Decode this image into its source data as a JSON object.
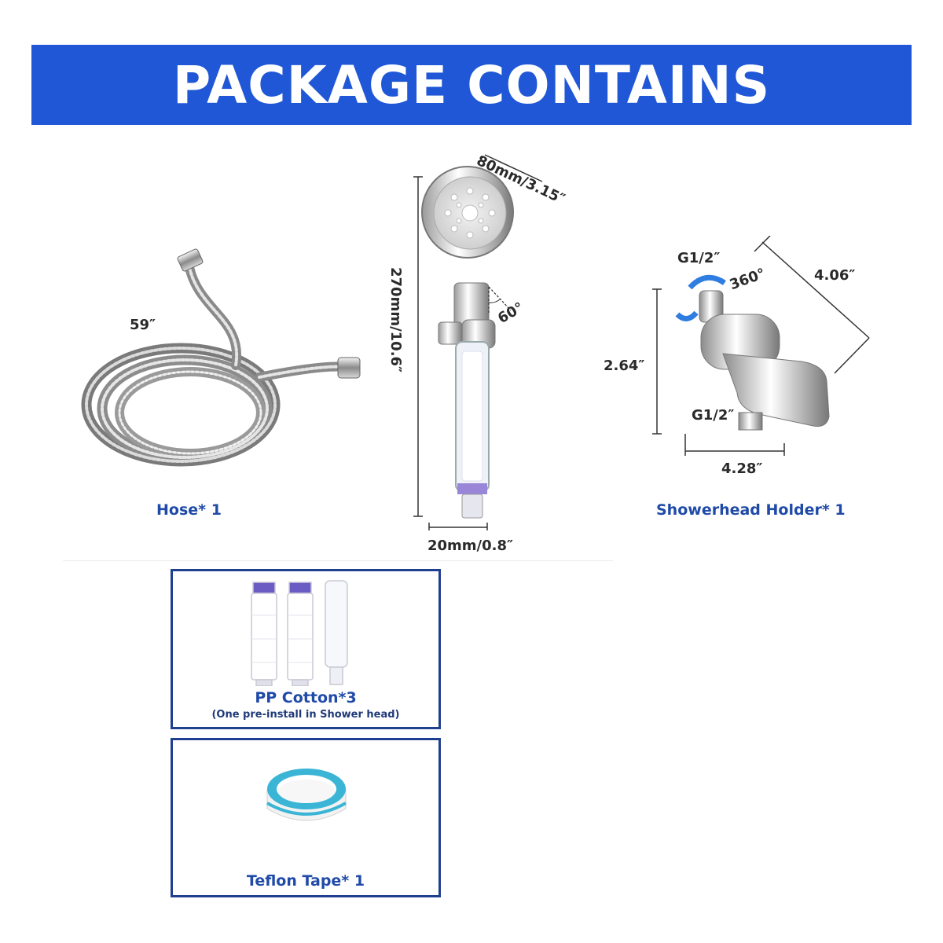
{
  "banner": {
    "title": "PACKAGE CONTAINS",
    "color": "#1f57d6"
  },
  "hose": {
    "label": "Hose* 1",
    "length": "59″"
  },
  "shower_head": {
    "width": "80mm/3.15″",
    "height": "270mm/10.6″",
    "angle": "60°",
    "connector": "20mm/0.8″"
  },
  "holder": {
    "label": "Showerhead Holder* 1",
    "thread_top": "G1/2″",
    "rotation": "360°",
    "depth": "4.06″",
    "height": "2.64″",
    "thread_bottom": "G1/2″",
    "width": "4.28″"
  },
  "pp_cotton": {
    "label": "PP Cotton*3",
    "note": "(One pre-install in Shower head)"
  },
  "teflon": {
    "label": "Teflon Tape* 1"
  },
  "label_color": "#1f4aa8",
  "box_border_color": "#1f3f8f"
}
